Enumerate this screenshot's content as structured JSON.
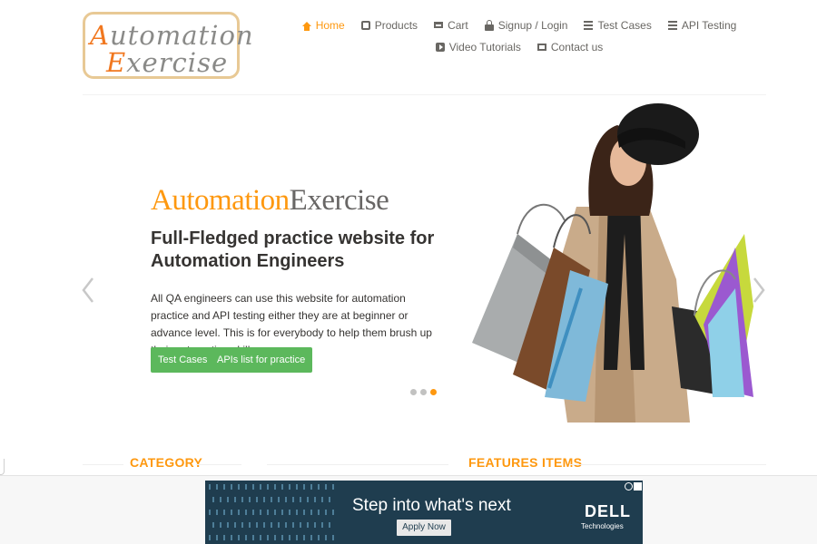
{
  "logo": {
    "line1_cap": "A",
    "line1_rest": "utomation",
    "line2_cap": "E",
    "line2_rest": "xercise"
  },
  "nav": {
    "row1": [
      {
        "label": "Home",
        "icon": "home-icon",
        "active": true
      },
      {
        "label": "Products",
        "icon": "box-icon"
      },
      {
        "label": "Cart",
        "icon": "cart-icon"
      },
      {
        "label": "Signup / Login",
        "icon": "lock-icon"
      },
      {
        "label": "Test Cases",
        "icon": "list-icon"
      },
      {
        "label": "API Testing",
        "icon": "list-icon"
      }
    ],
    "row2": [
      {
        "label": "Video Tutorials",
        "icon": "youtube-icon"
      },
      {
        "label": "Contact us",
        "icon": "envelope-icon"
      }
    ]
  },
  "slide": {
    "brand_part1": "Automation",
    "brand_part2": "Exercise",
    "title": "Full-Fledged practice website for Automation Engineers",
    "text": "All QA engineers can use this website for automation practice and API testing either they are at beginner or advance level. This is for everybody to help them brush up their automation skills.",
    "btn_test_cases": "Test Cases",
    "btn_apis": "APIs list for practice",
    "active_dot": 3
  },
  "sections": {
    "category": "CATEGORY",
    "features": "FEATURES ITEMS"
  },
  "ad": {
    "headline": "Step into what's next",
    "button": "Apply Now",
    "brand": "DELL",
    "brand_sub": "Technologies"
  },
  "colors": {
    "accent": "#fe980f",
    "button": "#5cb85c",
    "ad_bg": "#1f3d4f"
  }
}
